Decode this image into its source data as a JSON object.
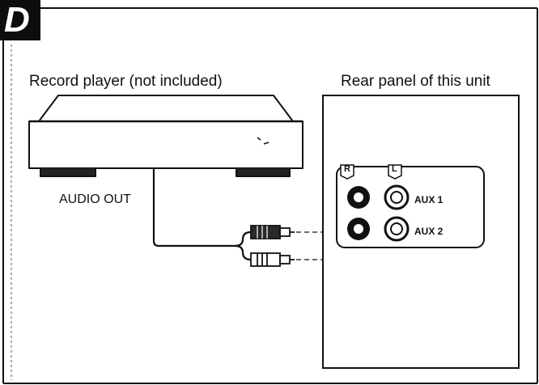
{
  "figure": {
    "badge_letter": "D",
    "device_label": "Record player (not included)",
    "panel_label": "Rear panel of this unit",
    "output_label": "AUDIO OUT",
    "channel_right": "R",
    "channel_left": "L",
    "jack_row1_label": "AUX 1",
    "jack_row2_label": "AUX 2"
  }
}
